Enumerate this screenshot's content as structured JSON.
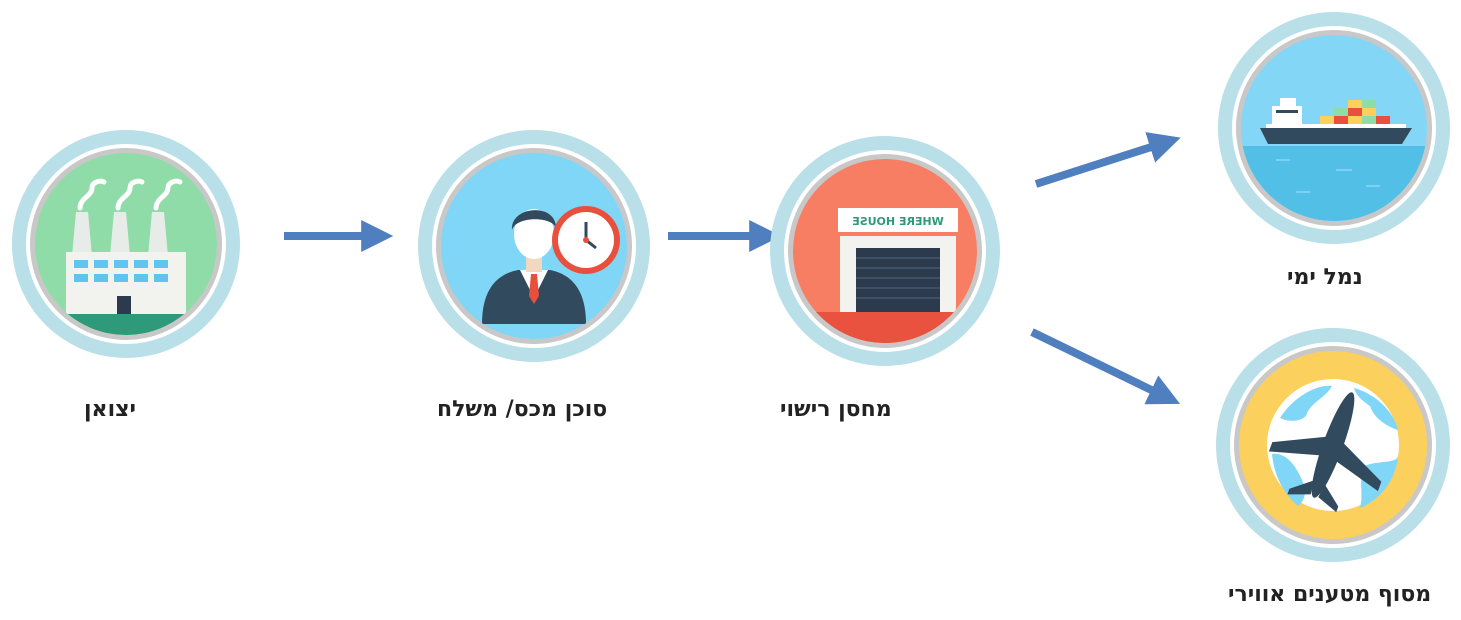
{
  "nodes": {
    "exporter": {
      "label": "יצואן",
      "icon": "factory-icon"
    },
    "customs_agent": {
      "label": "סוכן מכס/ משלח",
      "icon": "agent-with-clock-icon"
    },
    "warehouse": {
      "label": "מחסן רישוי",
      "icon": "warehouse-icon",
      "sign_text": "WHERE HOUSE"
    },
    "seaport": {
      "label": "נמל ימי",
      "icon": "cargo-ship-icon"
    },
    "air_terminal": {
      "label": "מסוף מטענים אווירי",
      "icon": "airplane-globe-icon"
    }
  },
  "colors": {
    "ring": "#b9dfe8",
    "arrow": "#4f7fbf",
    "factory_bg": "#8fdca8",
    "agent_bg": "#7fd6f7",
    "warehouse_bg": "#f77e63",
    "sea_bg": "#84d6f7",
    "air_bg": "#fbd05c"
  }
}
